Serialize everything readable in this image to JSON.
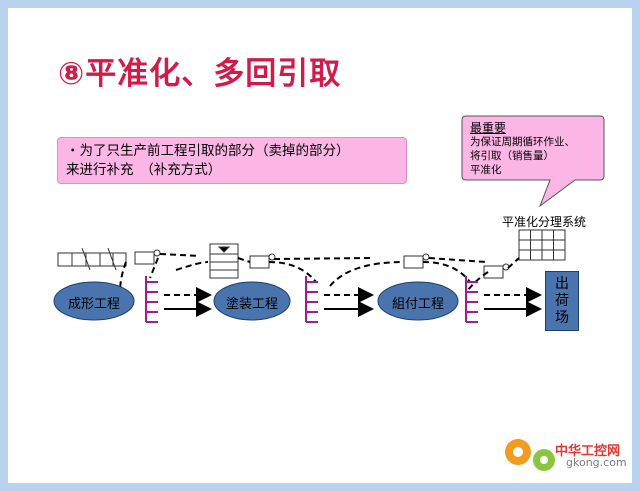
{
  "slide": {
    "title": "⑧平准化、多回引取",
    "note_line1": "・为了只生产前工程引取的部分（卖掉的部分）",
    "note_line2": "来进行补充　（补充方式）"
  },
  "callout": {
    "heading": "最重要",
    "line1": "为保证周期循环作业、",
    "line2": "将引取（销售量）",
    "line3": "平准化"
  },
  "system_label": "平准化分理系统",
  "processes": [
    {
      "label": "成形工程"
    },
    {
      "label": "塗装工程"
    },
    {
      "label": "組付工程"
    }
  ],
  "shipping": {
    "l1": "出",
    "l2": "荷",
    "l3": "场"
  },
  "watermark": {
    "brand": "中华工控网",
    "site": "gkong.com"
  },
  "colors": {
    "title": "#d11c4a",
    "note_fill": "#fbb6e6",
    "process_fill": "#4a74ad",
    "store_purple": "#a01b9a",
    "border": "#b9d3ef"
  },
  "icons": [
    "post-card-icon",
    "kanban-rack-icon",
    "store-shelf-icon",
    "heijunka-box-icon",
    "flow-arrow-icon",
    "gear-icon"
  ]
}
